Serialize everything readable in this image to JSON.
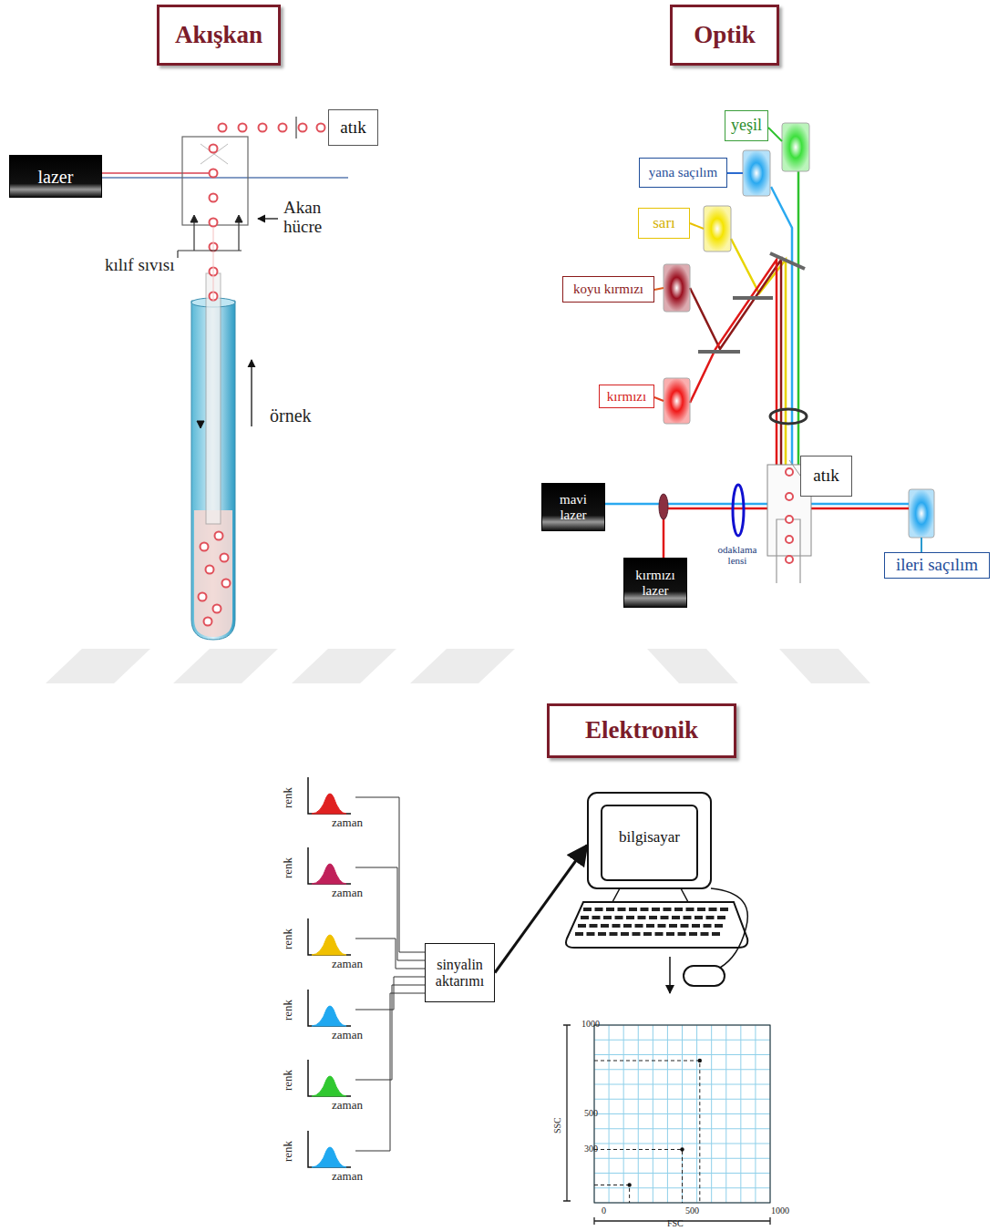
{
  "diagram": {
    "nodes": [
      {
        "text": [
          "Akışkan"
        ]
      },
      {
        "text": [
          "Optik"
        ]
      },
      {
        "text": [
          "lazer"
        ]
      },
      {
        "text": [
          "atık"
        ]
      },
      {
        "text": [
          "yeşil"
        ]
      },
      {
        "text": [
          "yana saçılım"
        ]
      },
      {
        "text": [
          "sarı"
        ]
      },
      {
        "text": [
          "koyu kırmızı"
        ]
      },
      {
        "text": [
          "kırmızı"
        ]
      },
      {
        "text": [
          "atık"
        ]
      },
      {
        "text": [
          "mavi lazer"
        ]
      },
      {
        "text": [
          "kırmızı lazer"
        ]
      },
      {
        "text": [
          "ileri saçılım"
        ]
      },
      {
        "text": [
          "Elektronik"
        ]
      },
      {
        "text": [
          "sinyalin aktarımı"
        ]
      },
      {
        "text": [
          "bilgisayar"
        ]
      }
    ],
    "edges": [
      {
        "from": 14,
        "to": 15,
        "arrow": "to"
      }
    ],
    "labels": [
      "Akan hücre",
      "kılıf sıvısı",
      "örnek",
      "odaklama lensi",
      "renk",
      "zaman",
      "renk",
      "zaman",
      "renk",
      "zaman",
      "renk",
      "zaman",
      "renk",
      "zaman",
      "renk",
      "zaman",
      "1000",
      "500",
      "300",
      "SSC",
      "0",
      "500",
      "1000",
      "FSC"
    ]
  }
}
